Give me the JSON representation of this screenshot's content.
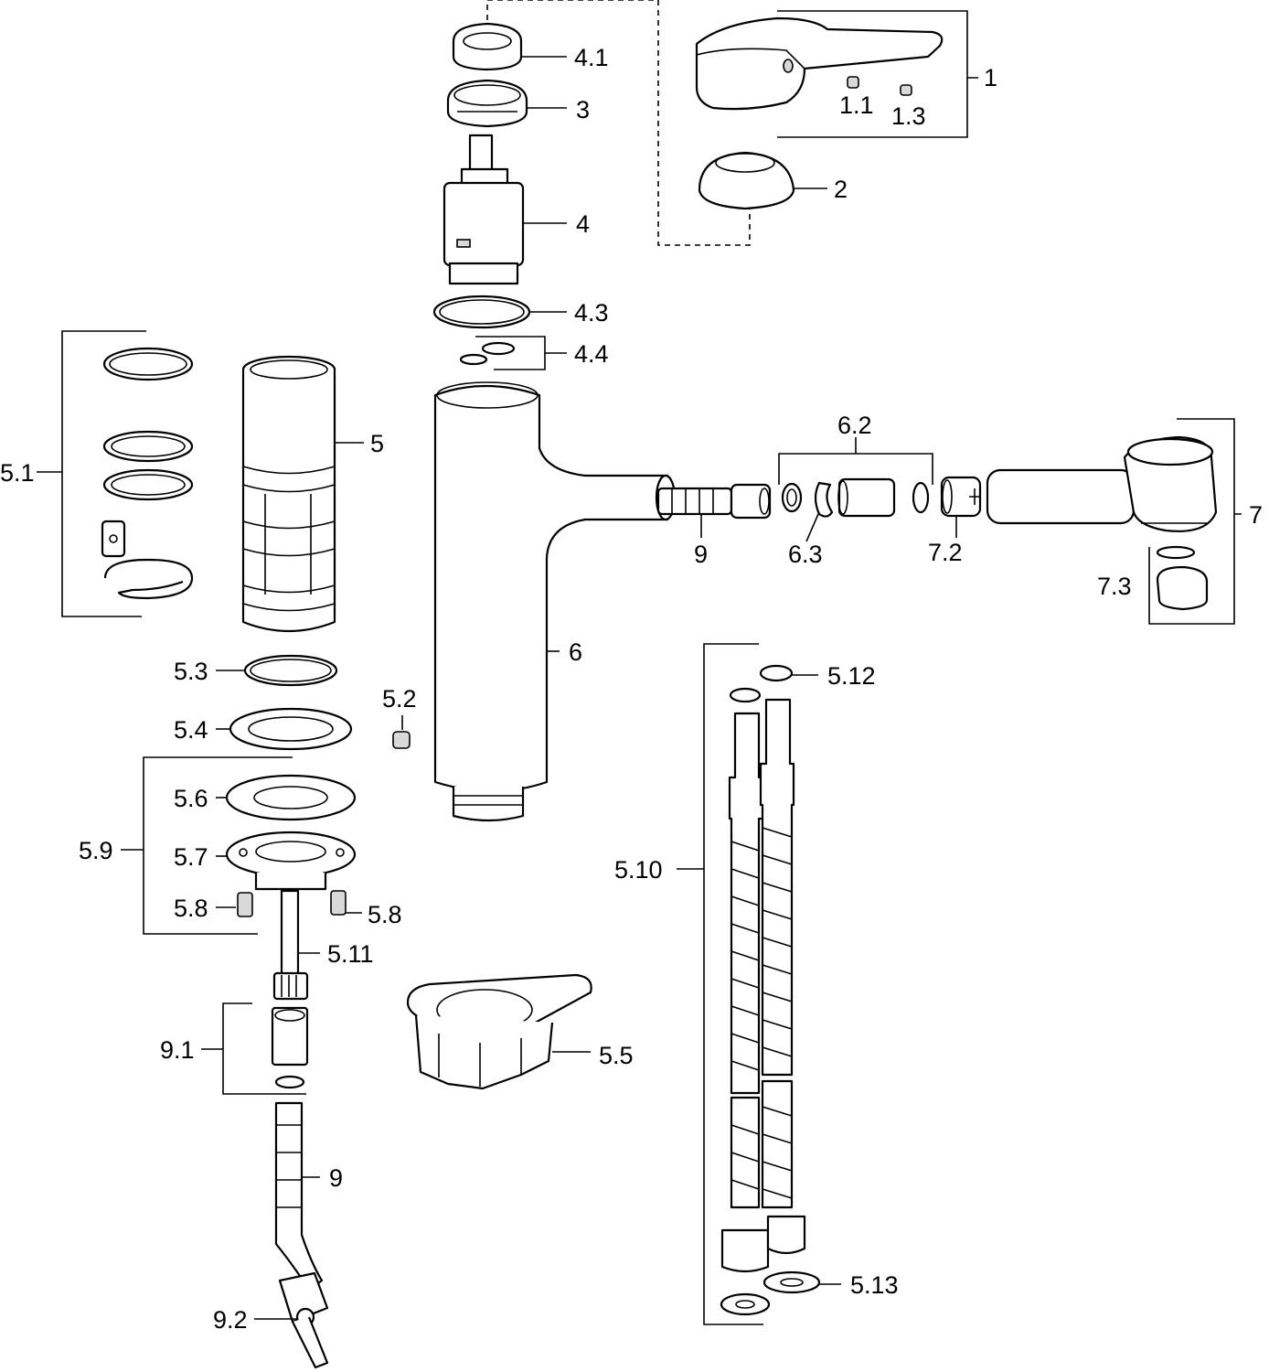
{
  "labels": {
    "l_1": "1",
    "l_1_1": "1.1",
    "l_1_3": "1.3",
    "l_2": "2",
    "l_3": "3",
    "l_4": "4",
    "l_4_1": "4.1",
    "l_4_3": "4.3",
    "l_4_4": "4.4",
    "l_5": "5",
    "l_5_1": "5.1",
    "l_5_2": "5.2",
    "l_5_3": "5.3",
    "l_5_4": "5.4",
    "l_5_5": "5.5",
    "l_5_6": "5.6",
    "l_5_7": "5.7",
    "l_5_8_left": "5.8",
    "l_5_8_right": "5.8",
    "l_5_9": "5.9",
    "l_5_10": "5.10",
    "l_5_11": "5.11",
    "l_5_12": "5.12",
    "l_5_13": "5.13",
    "l_6": "6",
    "l_6_2": "6.2",
    "l_6_3": "6.3",
    "l_7": "7",
    "l_7_2": "7.2",
    "l_7_3": "7.3",
    "l_9_top": "9",
    "l_9_bottom": "9",
    "l_9_1": "9.1",
    "l_9_2": "9.2"
  }
}
